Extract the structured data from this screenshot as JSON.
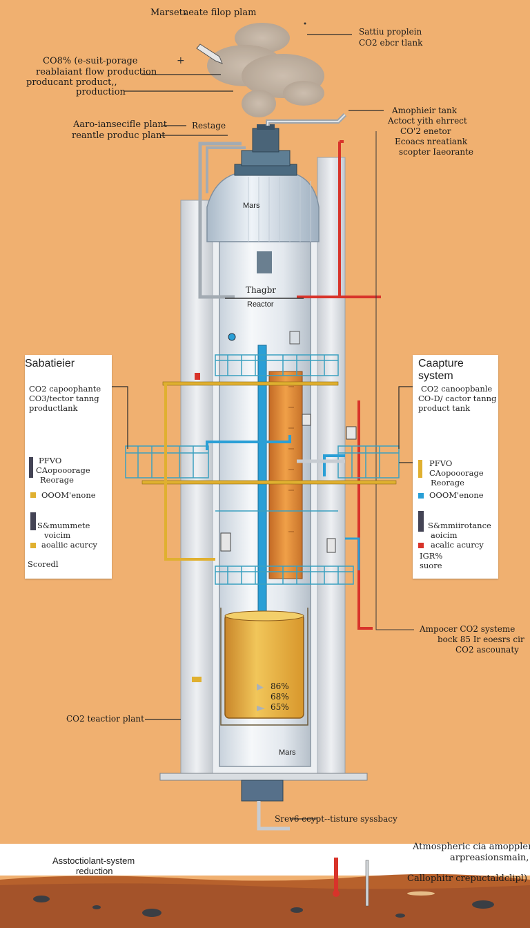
{
  "top_labels": {
    "title": "Marsetneate filop plam",
    "right_line1": "Sattiu proplein",
    "right_line2": "CO2 ebcr tlank",
    "left_line1": "CO8% (e-suit-porage",
    "left_line2": "reablaiant flow production",
    "left_line3": "producant product,,",
    "left_line4": "production",
    "mid_left_line1": "Aaro-iansecifle plant",
    "mid_left_line2": "reantle produc plant",
    "mid_restage": "Restage",
    "atmos_line1": "Amophieir tank",
    "atmos_line2": "Actoct yith ehrrect",
    "atmos_line3": "CO'2 enetor",
    "atmos_line4": "Ecoacs nreatiank",
    "atmos_line5": "scopter Iaeorante"
  },
  "reactor": {
    "cap_label": "Mars",
    "label_line1": "Thagbr",
    "label_line2": "Reactor",
    "base_label": "Mars",
    "readouts": [
      "86%",
      "68%",
      "65%"
    ]
  },
  "left_panel": {
    "title": "Sabatieier",
    "line1": "CO2 capoophante",
    "line2": "CO3/tector tanng",
    "line3": "productlank",
    "legend1_line1": "PFVO",
    "legend1_line2": "CAopooorage",
    "legend1_line3": "Reorage",
    "legend2": "OOOM'enone",
    "legend3_line1": "S&mummete",
    "legend3_line2": "voicim",
    "legend4": "aoaliic acurcy",
    "footer": "Scoredl"
  },
  "right_panel": {
    "title": "Caapture system",
    "line1": "CO2 canoopbanle",
    "line2": "CO-D/ cactor tanng",
    "line3": "product tank",
    "legend1_line1": "PFVO",
    "legend1_line2": "CAopooorage",
    "legend1_line3": "Reorage",
    "legend2": "OOOM'enone",
    "legend3_line1": "S&mmiirotance",
    "legend3_line2": "aoicim",
    "legend4": "acalic acurcy",
    "footer_line1": "IGR%",
    "footer_line2": "suore"
  },
  "lower_labels": {
    "amp_line1": "Ampocer CO2 systeme",
    "amp_line2": "bock 85 Ir eoesrs cir",
    "amp_line3": "CO2 ascounaty",
    "reactor_plant": "CO2 teactior plant",
    "capture_bottom": "Srev6 ccypt--tisture syssbacy"
  },
  "ground_labels": {
    "left_line1": "Asstoctiolant-system",
    "left_line2": "reduction",
    "right_line1": "Atmospheric cia amopplerici",
    "right_line2": "arpreasionsmain,",
    "right_line3": "Callophitr crepuctaldclipl)"
  },
  "colors": {
    "background": "#f0b070",
    "pipe_blue": "#2a9fd6",
    "pipe_red": "#d8332a",
    "pipe_yellow": "#e0b030",
    "tank_gold": "#e2a630",
    "vessel": "#e8eef4",
    "frame_cyan": "#3aa0c0"
  },
  "icons": [
    "steam-cloud-icon",
    "arrow-icon",
    "plus-icon",
    "probe-icon",
    "gauge-icon"
  ]
}
